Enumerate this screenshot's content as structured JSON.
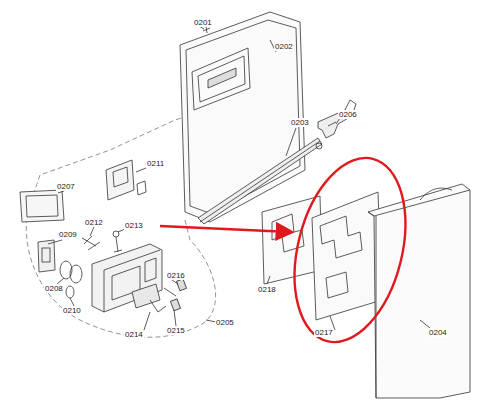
{
  "diagram": {
    "labels": [
      "0201",
      "0202",
      "0203",
      "0206",
      "0211",
      "0207",
      "0212",
      "0213",
      "0209",
      "0208",
      "0216",
      "0210",
      "0214",
      "0215",
      "0205",
      "0218",
      "0217",
      "0204"
    ]
  }
}
